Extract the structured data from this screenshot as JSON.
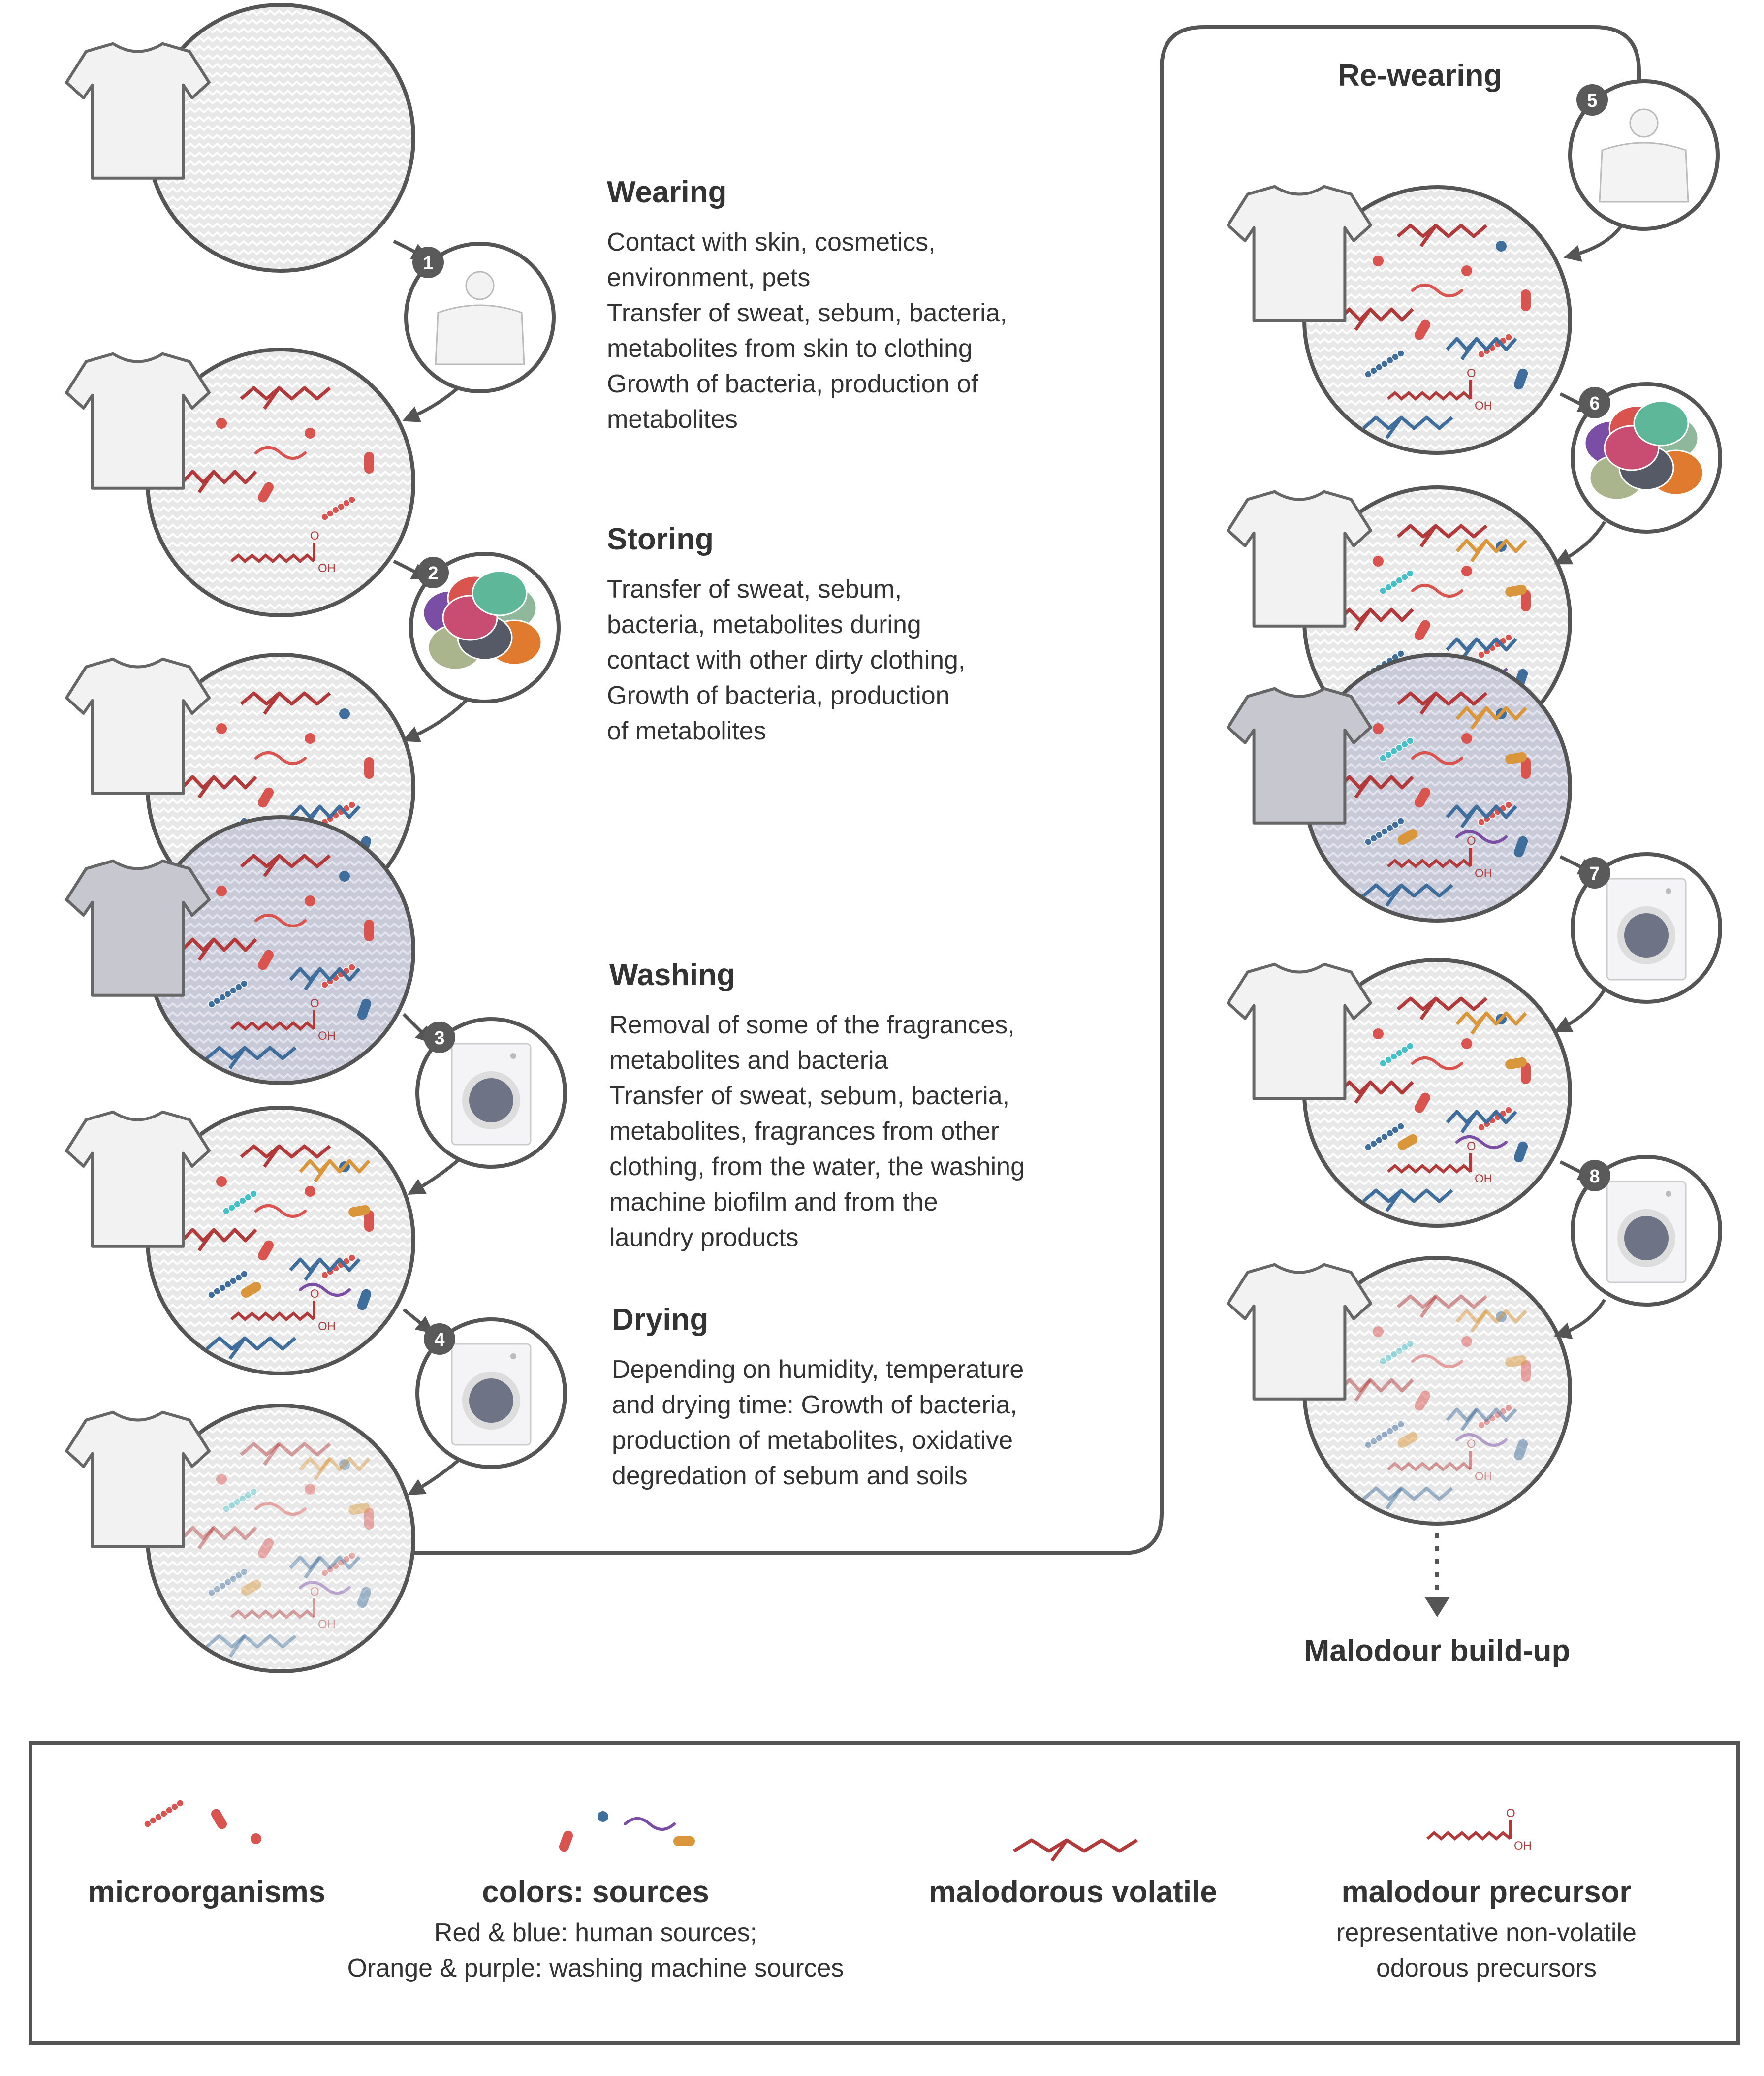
{
  "stages": [
    {
      "title": "Wearing",
      "lines": [
        "Contact with  skin, cosmetics,",
        "environment, pets",
        "Transfer of sweat, sebum, bacteria,",
        "metabolites from skin to clothing",
        "Growth of bacteria, production of",
        "metabolites"
      ]
    },
    {
      "title": "Storing",
      "lines": [
        "Transfer of sweat, sebum,",
        "bacteria, metabolites during",
        "contact with other dirty clothing,",
        "Growth of bacteria, production",
        "of metabolites"
      ]
    },
    {
      "title": "Washing",
      "lines": [
        "Removal of some of the fragrances,",
        "metabolites and bacteria",
        "Transfer of sweat, sebum, bacteria,",
        "metabolites, fragrances from other",
        "clothing, from the water, the washing",
        "machine biofilm and from the",
        "laundry products"
      ]
    },
    {
      "title": "Drying",
      "lines": [
        "Depending on humidity, temperature",
        "and drying time: Growth of bacteria,",
        "production of metabolites, oxidative",
        "degredation of sebum and soils"
      ]
    }
  ],
  "rewearing_title": "Re-wearing",
  "result_label": "Malodour build-up",
  "step_numbers": [
    "1",
    "2",
    "3",
    "4",
    "5",
    "6",
    "7",
    "8"
  ],
  "oh_label": "OH",
  "o_label": "O",
  "legend": {
    "items": [
      {
        "label": "microorganisms",
        "note": []
      },
      {
        "label": "colors: sources",
        "note": [
          "Red & blue: human sources;",
          "Orange & purple: washing machine sources"
        ]
      },
      {
        "label": "malodorous volatile",
        "note": []
      },
      {
        "label": "malodour precursor",
        "note": [
          "representative non-volatile",
          "odorous precursors"
        ]
      }
    ]
  },
  "colors": {
    "human_red": "#d9534f",
    "human_blue": "#3f6e9c",
    "machine_orange": "#d9963a",
    "machine_purple": "#7b4ea6",
    "cyan_chain": "#45c0c8",
    "malodour_red": "#b23a3a",
    "fabric": "#e6e6e6",
    "outline": "#555555"
  }
}
